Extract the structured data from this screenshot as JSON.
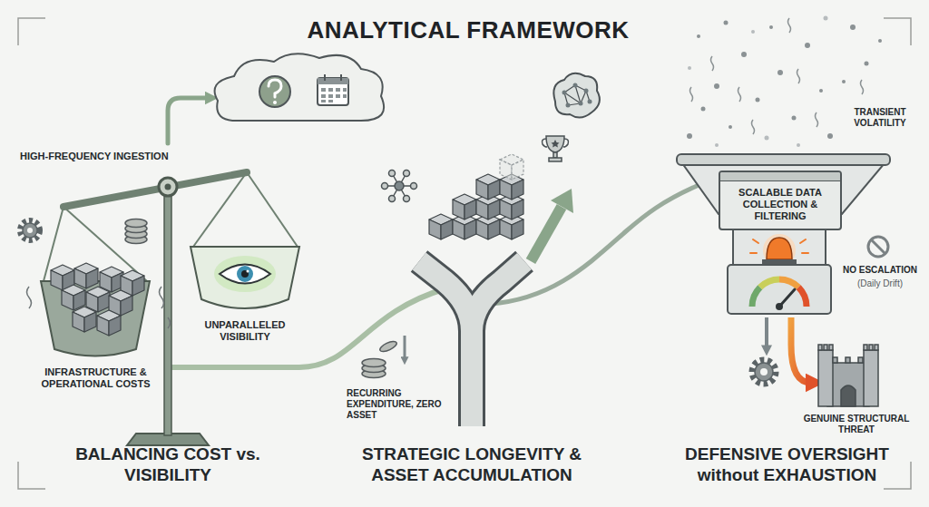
{
  "diagram": {
    "title": "ANALYTICAL FRAMEWORK",
    "nodes": [
      {
        "text": [
          "SCALABLE DATA COLLECTION & FILTERING"
        ]
      }
    ],
    "labels": [
      "HIGH-FREQUENCY INGESTION",
      "INFRASTRUCTURE & OPERATIONAL COSTS",
      "UNPARALLELED VISIBILITY",
      "BALANCING COST vs. VISIBILITY",
      "RECURRING EXPENDITURE, ZERO ASSET",
      "STRATEGIC LONGEVITY & ASSET ACCUMULATION",
      "TRANSIENT VOLATILITY",
      "NO ESCALATION",
      "(Daily Drift)",
      "GENUINE STRUCTURAL THREAT",
      "DEFENSIVE OVERSIGHT without EXHAUSTION"
    ]
  }
}
